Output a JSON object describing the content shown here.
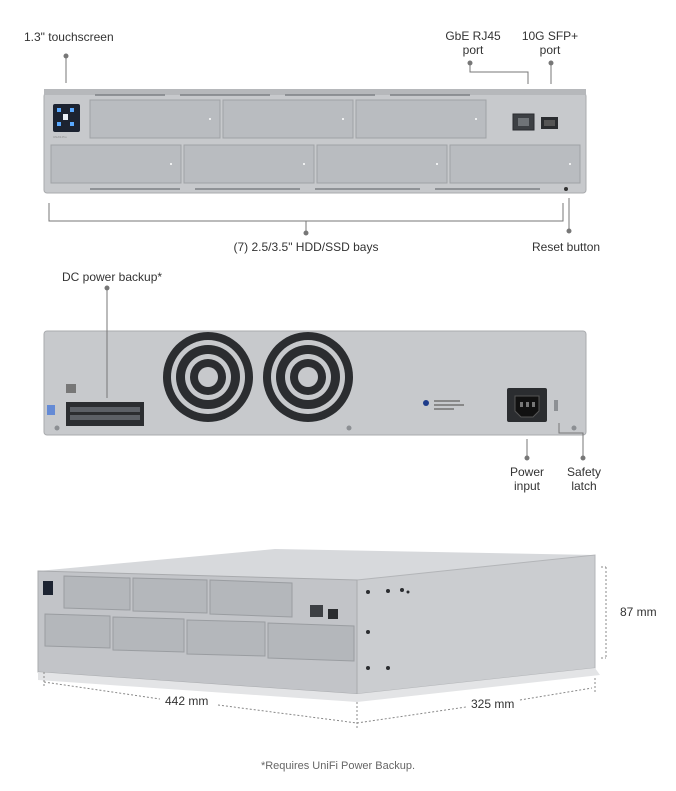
{
  "front": {
    "touchscreen_label": "1.3\" touchscreen",
    "rj45_label_line1": "GbE RJ45",
    "rj45_label_line2": "port",
    "sfp_label_line1": "10G SFP+",
    "sfp_label_line2": "port",
    "bays_label": "(7) 2.5/3.5\" HDD/SSD bays",
    "reset_label": "Reset button"
  },
  "rear": {
    "dc_label": "DC power backup*",
    "power_label_line1": "Power",
    "power_label_line2": "input",
    "latch_label_line1": "Safety",
    "latch_label_line2": "latch"
  },
  "dimensions": {
    "width": "442 mm",
    "depth": "325 mm",
    "height": "87 mm"
  },
  "footnote": "*Requires UniFi Power Backup.",
  "colors": {
    "chassis": "#c9cbce",
    "bay": "#b9bcc0",
    "accent_blue": "#3b6fd8",
    "leader": "#666666"
  }
}
